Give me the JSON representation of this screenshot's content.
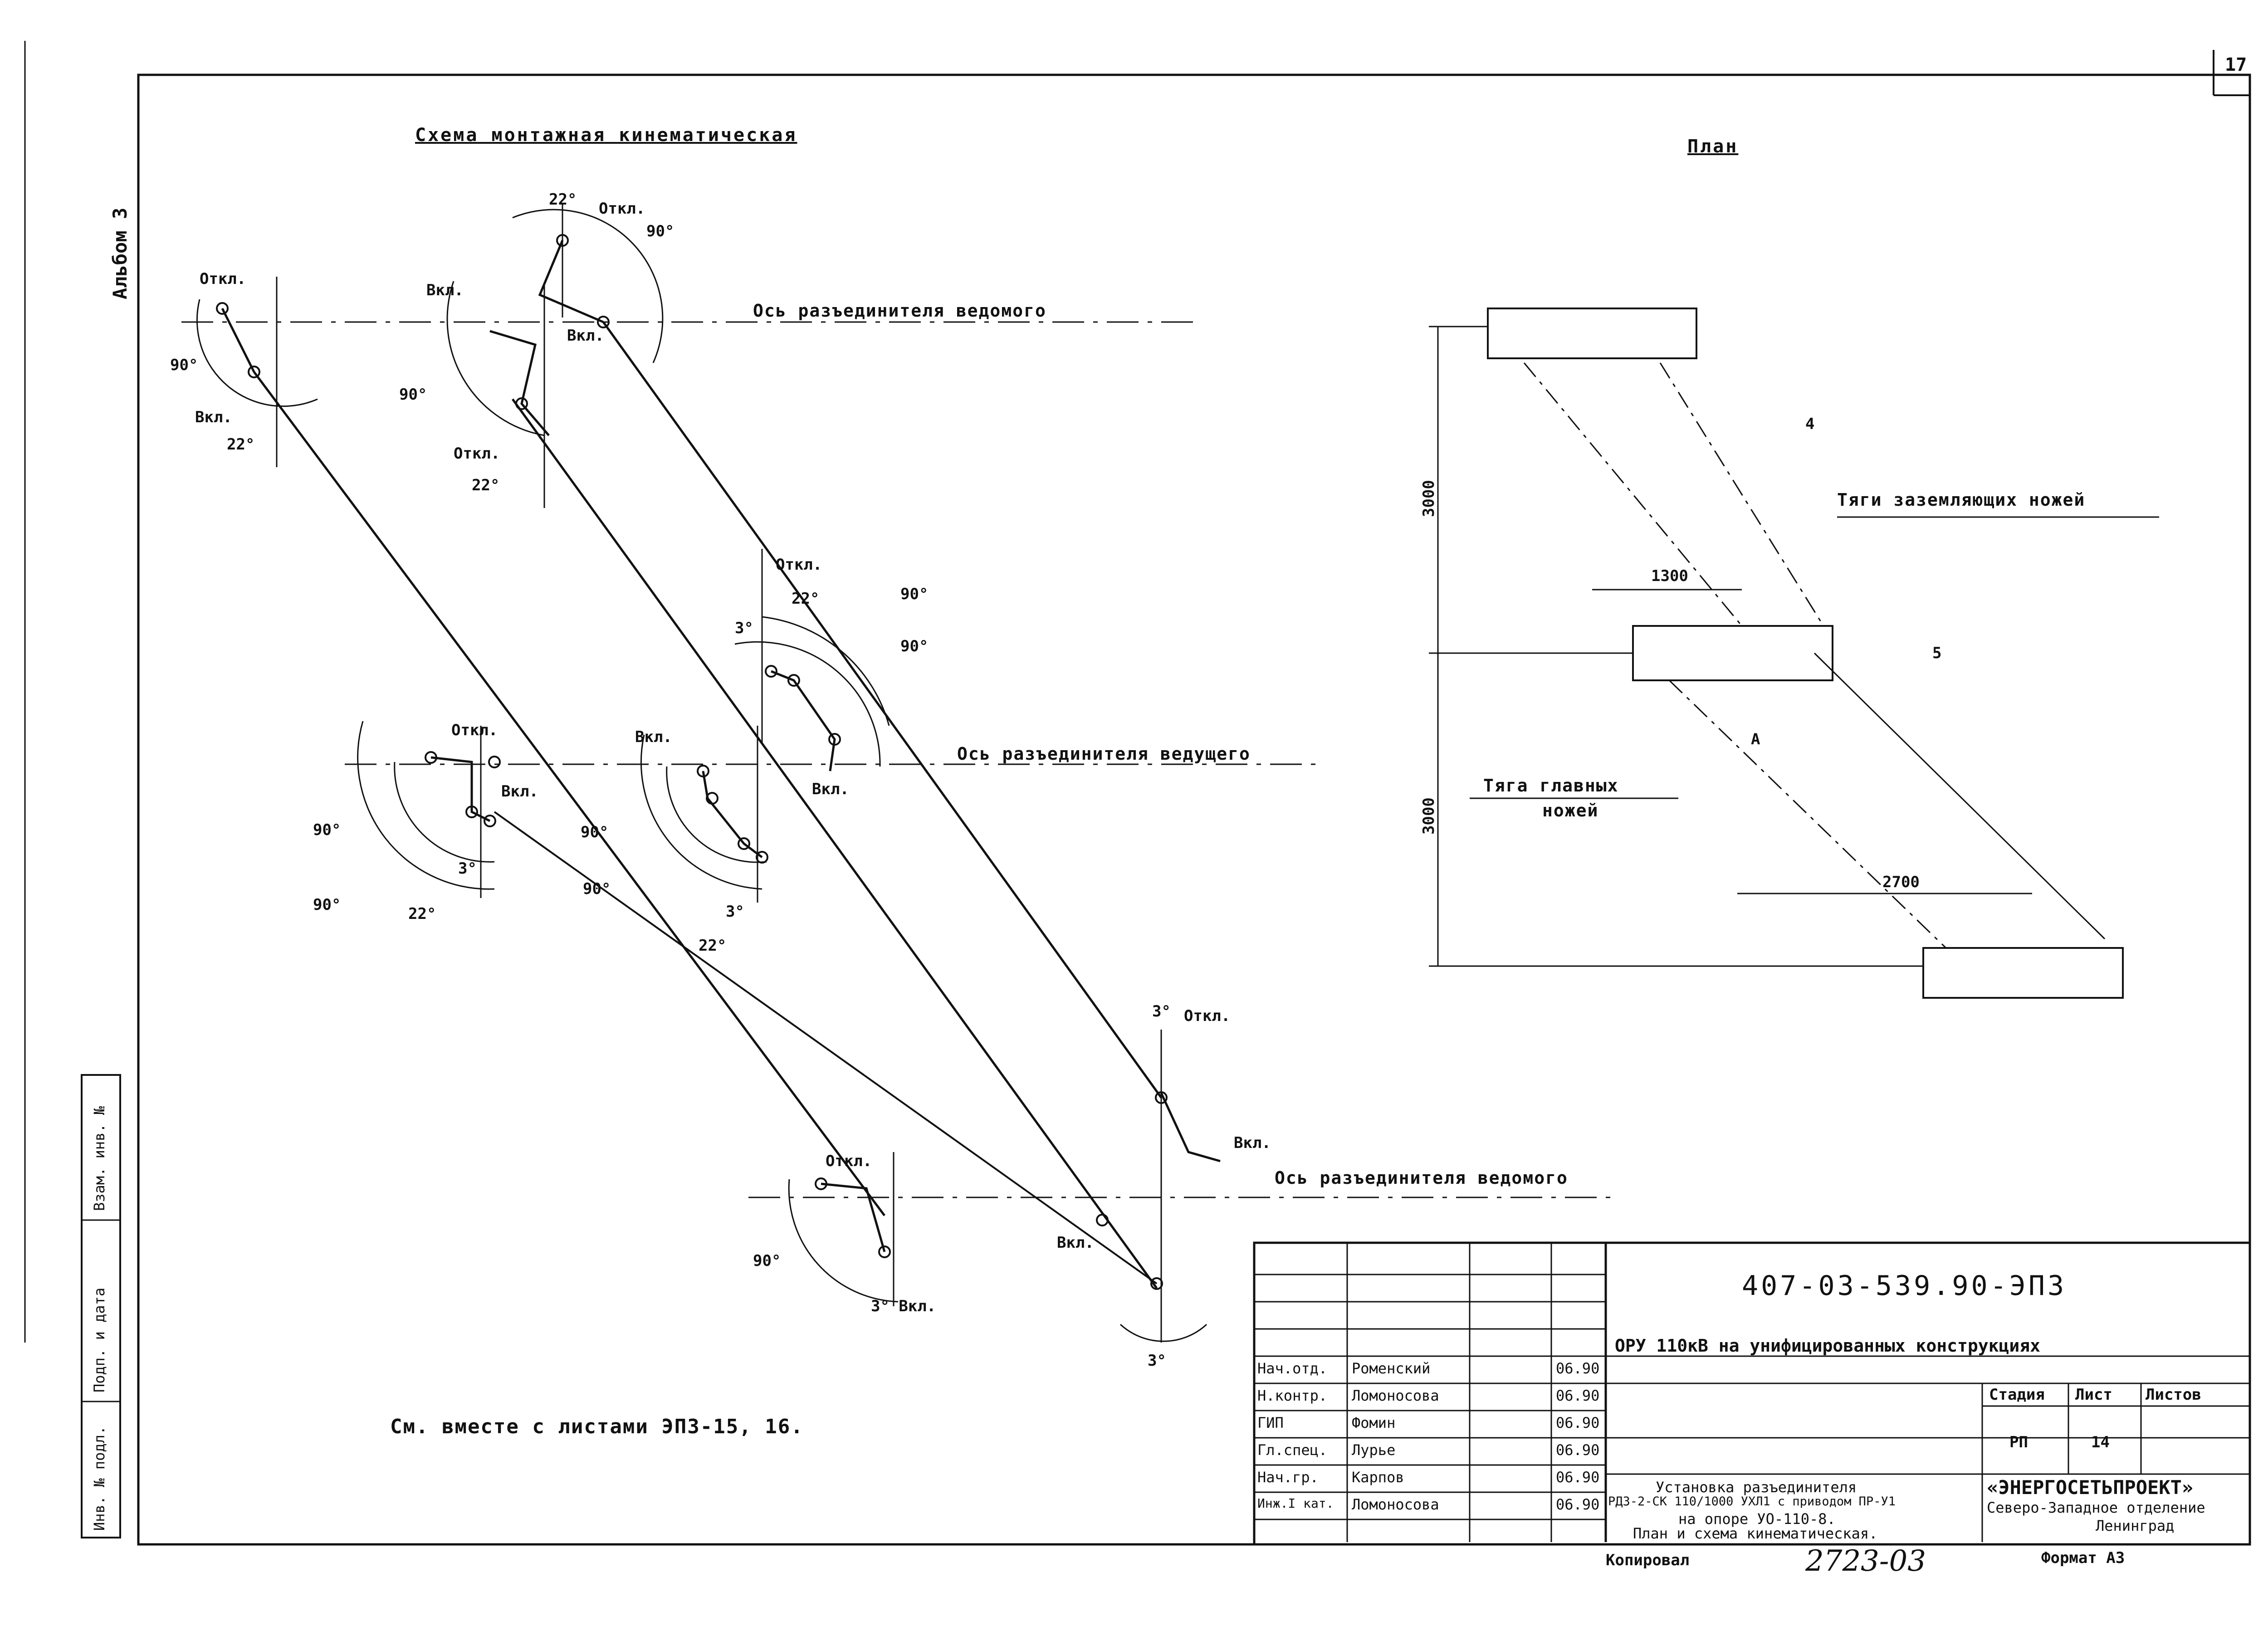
{
  "sheet_number": "17",
  "album": "Альбом 3",
  "schema_title": "Схема монтажная кинематическая",
  "plan_title": "План",
  "axes": {
    "driven_top": "Ось разъединителя ведомого",
    "driving": "Ось разъединителя ведущего",
    "driven_bottom": "Ось разъединителя ведомого"
  },
  "angle_labels": {
    "otkl": "Откл.",
    "vkl": "Вкл.",
    "deg90": "90°",
    "deg22": "22°",
    "deg3": "3°",
    "deg3vkl": "3° Вкл."
  },
  "plan": {
    "dim_3000_top": "3000",
    "dim_3000_bottom": "3000",
    "dim_1300": "1300",
    "dim_2700": "2700",
    "pos_4": "4",
    "pos_5": "5",
    "pos_a": "А",
    "ground_rods": "Тяги заземляющих ножей",
    "main_rods_1": "Тяга главных",
    "main_rods_2": "ножей"
  },
  "note": "См. вместе с листами ЭПЗ-15, 16.",
  "title_block": {
    "doc_code": "407-03-539.90-ЭПЗ",
    "project": "ОРУ 110кВ на унифицированных конструкциях",
    "stage_header": "Стадия",
    "sheet_header": "Лист",
    "sheets_header": "Листов",
    "stage": "РП",
    "sheet": "14",
    "sheets": "",
    "description": [
      "Установка разъединителя",
      "РДЗ-2-СК 110/1000 УХЛ1 с приводом ПР-У1",
      "на опоре УО-110-8.",
      "План и схема кинематическая."
    ],
    "org_1": "«ЭНЕРГОСЕТЬПРОЕКТ»",
    "org_2": "Северо-Западное отделение",
    "org_3": "Ленинград",
    "rows": [
      {
        "role": "Нач.отд.",
        "name": "Роменский",
        "date": "06.90"
      },
      {
        "role": "Н.контр.",
        "name": "Ломоносова",
        "date": "06.90"
      },
      {
        "role": "ГИП",
        "name": "Фомин",
        "date": "06.90"
      },
      {
        "role": "Гл.спец.",
        "name": "Лурье",
        "date": "06.90"
      },
      {
        "role": "Нач.гр.",
        "name": "Карпов",
        "date": "06.90"
      },
      {
        "role": "Инж.I кат.",
        "name": "Ломоносова",
        "date": "06.90"
      }
    ],
    "copied": "Копировал",
    "copy_number": "2723-03",
    "format": "Формат А3"
  },
  "side_stamp": {
    "inv_orig": "Инв. № подл.",
    "sign_date": "Подп. и дата",
    "replace_inv": "Взам. инв. №"
  },
  "colors": {
    "ink": "#111111",
    "paper": "#ffffff"
  }
}
